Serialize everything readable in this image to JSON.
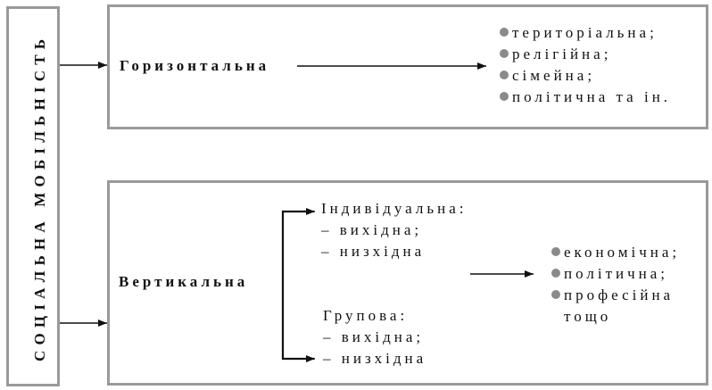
{
  "root": {
    "label": "СОЦІАЛЬНА МОБІЛЬНІСТЬ"
  },
  "horizontal": {
    "title": "Горизонтальна",
    "items": [
      "територіальна;",
      "релігійна;",
      "сімейна;",
      "політична та ін."
    ]
  },
  "vertical": {
    "title": "Вертикальна",
    "individual": {
      "title": "Індивідуальна:",
      "items": [
        "–  вихідна;",
        "–  низхідна"
      ]
    },
    "group": {
      "title": "Групова:",
      "items": [
        "–  вихідна;",
        "–  низхідна"
      ]
    },
    "items": [
      "економічна;",
      "політична;",
      "професійна",
      "тощо"
    ]
  }
}
